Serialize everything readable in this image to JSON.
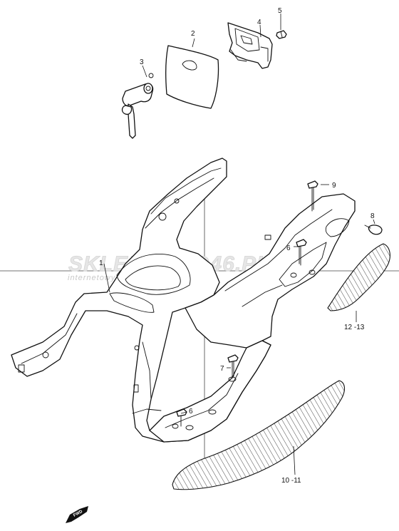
{
  "watermark": {
    "brand": "SKLEPMOTO46.PL",
    "tagline": "internetowy sklep motocyklowy"
  },
  "callouts": {
    "p1": "1",
    "p2": "2",
    "p3": "3",
    "p4": "4",
    "p5": "5",
    "p6a": "6",
    "p6b": "6",
    "p7": "7",
    "p8": "8",
    "p9": "9",
    "p10_11": "10 -11",
    "p12_13": "12 -13"
  },
  "direction_marker": {
    "label": "FWD",
    "icon": "fwd-arrow-icon"
  }
}
